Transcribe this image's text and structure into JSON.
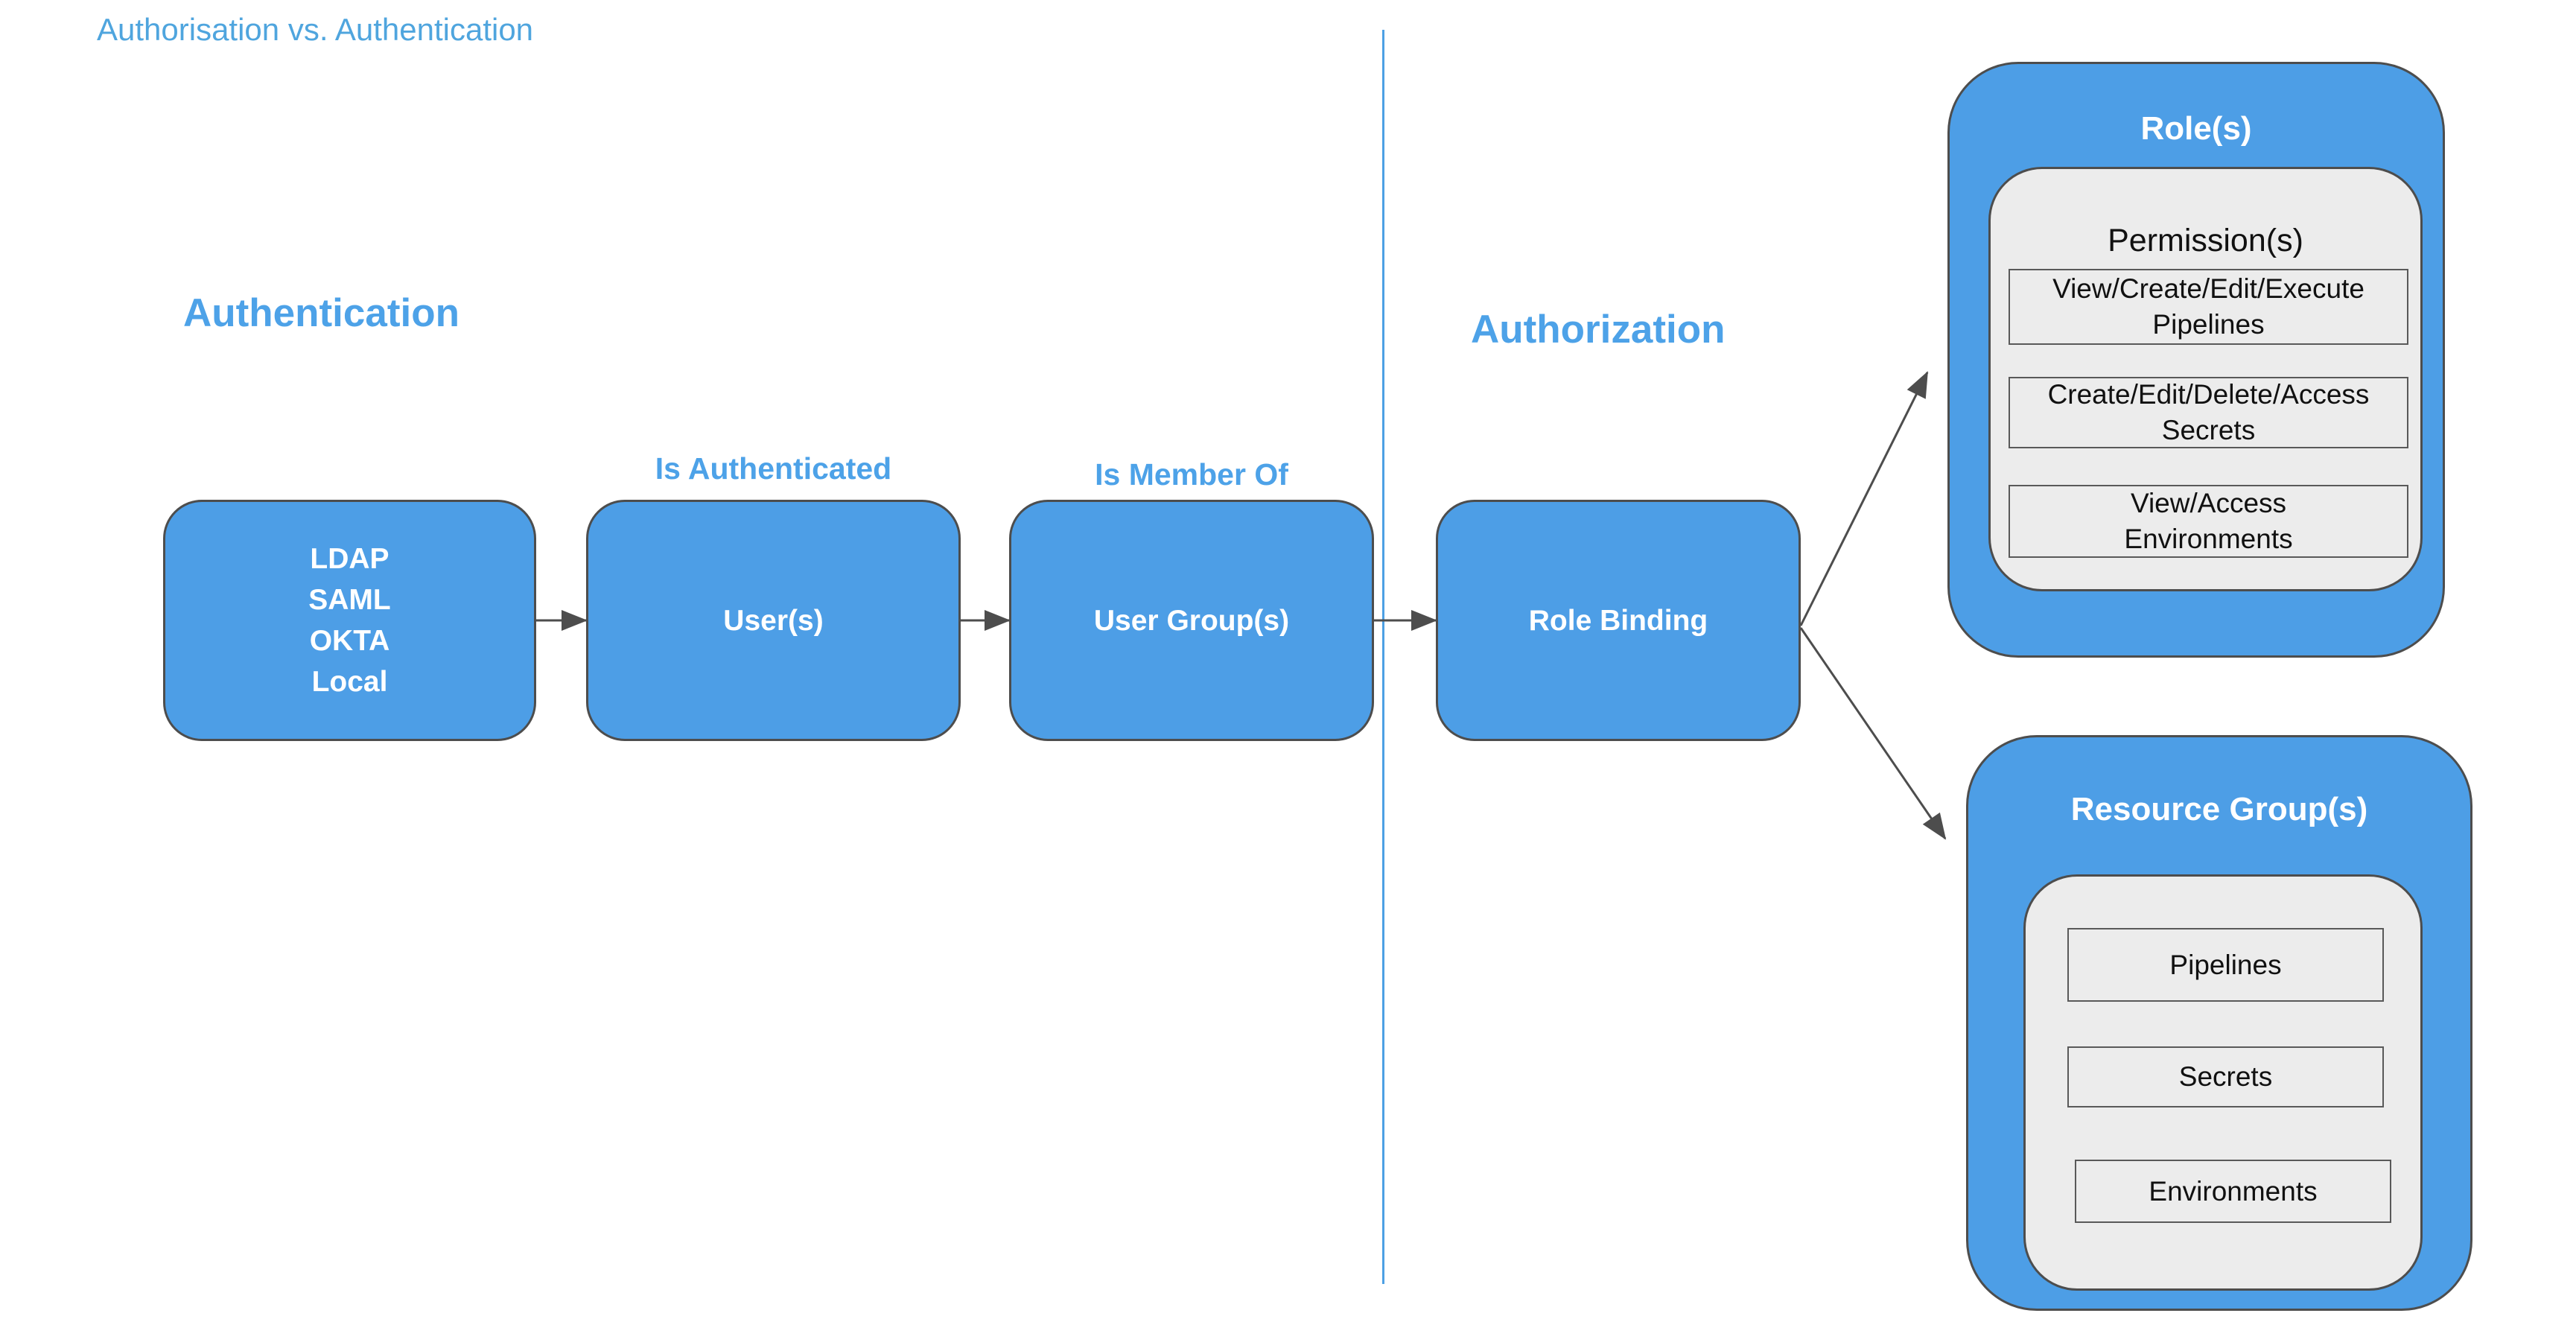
{
  "page": {
    "title": "Authorisation vs. Authentication"
  },
  "colors": {
    "node_fill": "#4D9EE6",
    "node_border": "#4D4D4D",
    "accent_blue_text": "#4DA2E8",
    "title_blue_text": "#4FA5DE",
    "node_text": "#FFFFFF",
    "inner_fill": "#ECECEC",
    "inner_border": "#595959",
    "connector": "#4D4D4D",
    "divider": "#4DA0E4",
    "item_text": "#111111"
  },
  "sections": {
    "authentication": {
      "heading": "Authentication"
    },
    "authorization": {
      "heading": "Authorization"
    }
  },
  "nodes": {
    "identity_providers": {
      "label": "LDAP\nSAML\nOKTA\nLocal"
    },
    "users": {
      "label": "User(s)"
    },
    "user_groups": {
      "label": "User Group(s)"
    },
    "role_binding": {
      "label": "Role Binding"
    }
  },
  "edges": {
    "is_authenticated": {
      "label": "Is Authenticated"
    },
    "is_member_of": {
      "label": "Is Member Of"
    }
  },
  "roles_container": {
    "title": "Role(s)",
    "permissions_title": "Permission(s)",
    "permissions": [
      {
        "label": "View/Create/Edit/Execute\nPipelines"
      },
      {
        "label": "Create/Edit/Delete/Access\nSecrets"
      },
      {
        "label": "View/Access\nEnvironments"
      }
    ]
  },
  "resource_groups_container": {
    "title": "Resource Group(s)",
    "resources": [
      {
        "label": "Pipelines"
      },
      {
        "label": "Secrets"
      },
      {
        "label": "Environments"
      }
    ]
  }
}
